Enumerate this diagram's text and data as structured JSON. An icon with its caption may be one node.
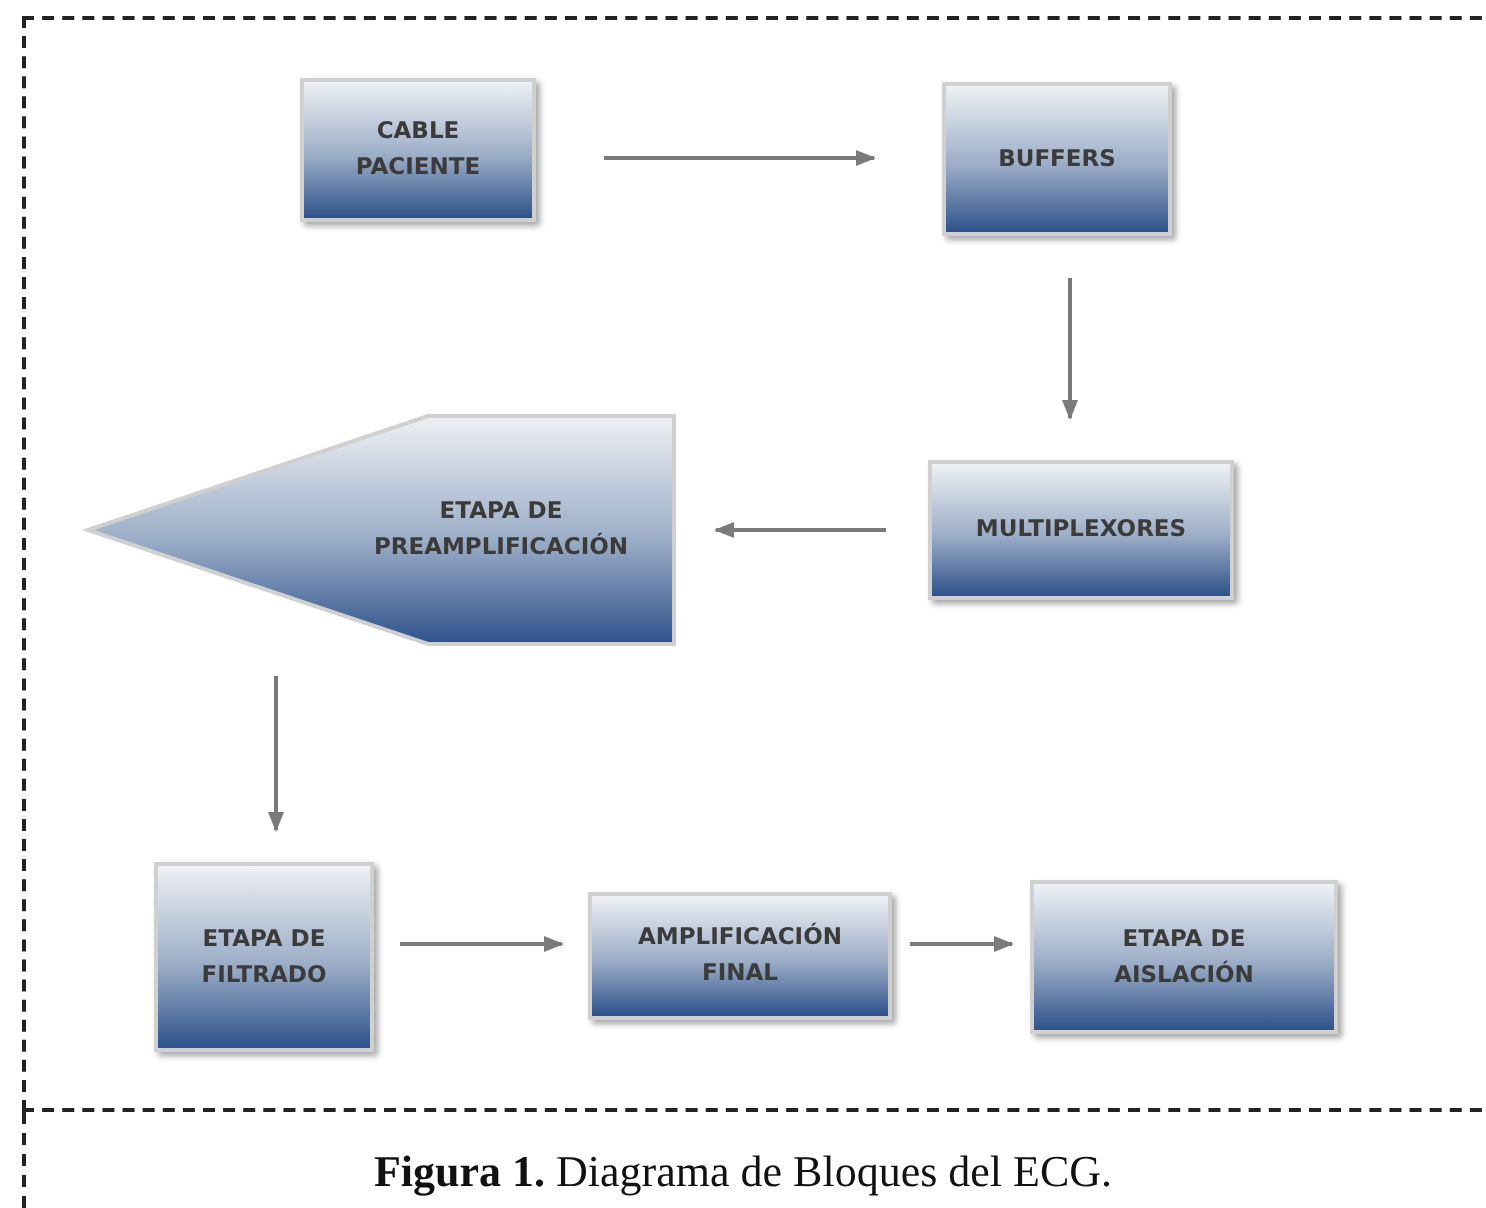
{
  "diagram": {
    "caption": "**Figura 1.** Diagrama de Bloques del ECG.",
    "nodes": [
      {
        "text": [
          "CABLE PACIENTE"
        ]
      },
      {
        "text": [
          "BUFFERS"
        ]
      },
      {
        "text": [
          "MULTIPLEXORES"
        ]
      },
      {
        "text": [
          "ETAPA DE PREAMPLIFICACIÓN"
        ]
      },
      {
        "text": [
          "ETAPA DE FILTRADO"
        ]
      },
      {
        "text": [
          "AMPLIFICACIÓN FINAL"
        ]
      },
      {
        "text": [
          "ETAPA DE AISLACIÓN"
        ]
      }
    ],
    "edges": [
      {
        "from": 0,
        "to": 1,
        "arrow": "to"
      },
      {
        "from": 1,
        "to": 2,
        "arrow": "to"
      },
      {
        "from": 2,
        "to": 3,
        "arrow": "to"
      },
      {
        "from": 3,
        "to": 4,
        "arrow": "to"
      },
      {
        "from": 4,
        "to": 5,
        "arrow": "to"
      },
      {
        "from": 5,
        "to": 6,
        "arrow": "to"
      }
    ]
  }
}
